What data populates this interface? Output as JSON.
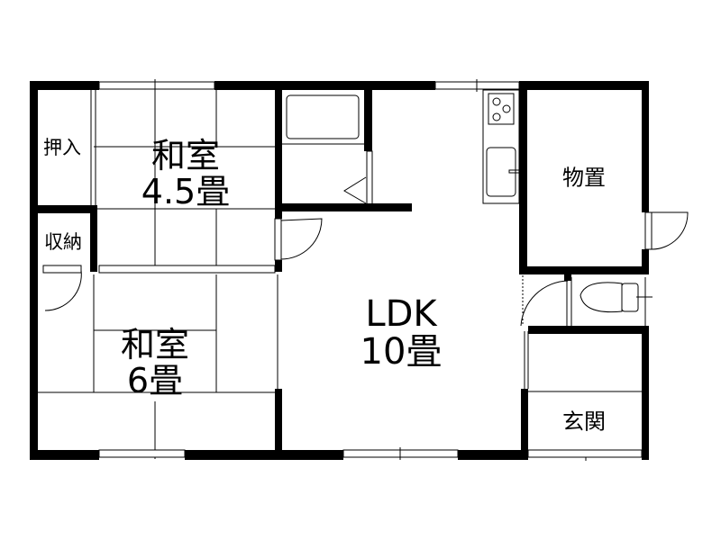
{
  "floor_plan": {
    "rooms": [
      {
        "id": "washitsu-45",
        "name": "和室",
        "size": "4.5畳"
      },
      {
        "id": "washitsu-6",
        "name": "和室",
        "size": "6畳"
      },
      {
        "id": "ldk",
        "name": "LDK",
        "size": "10畳"
      },
      {
        "id": "oshiire",
        "name": "押入"
      },
      {
        "id": "shuno",
        "name": "収納"
      },
      {
        "id": "monooki",
        "name": "物置"
      },
      {
        "id": "genkan",
        "name": "玄関"
      }
    ],
    "fixtures": [
      "bathtub",
      "stove",
      "sink",
      "toilet"
    ],
    "colors": {
      "wall": "#000000",
      "background": "#ffffff",
      "line": "#000000"
    }
  }
}
